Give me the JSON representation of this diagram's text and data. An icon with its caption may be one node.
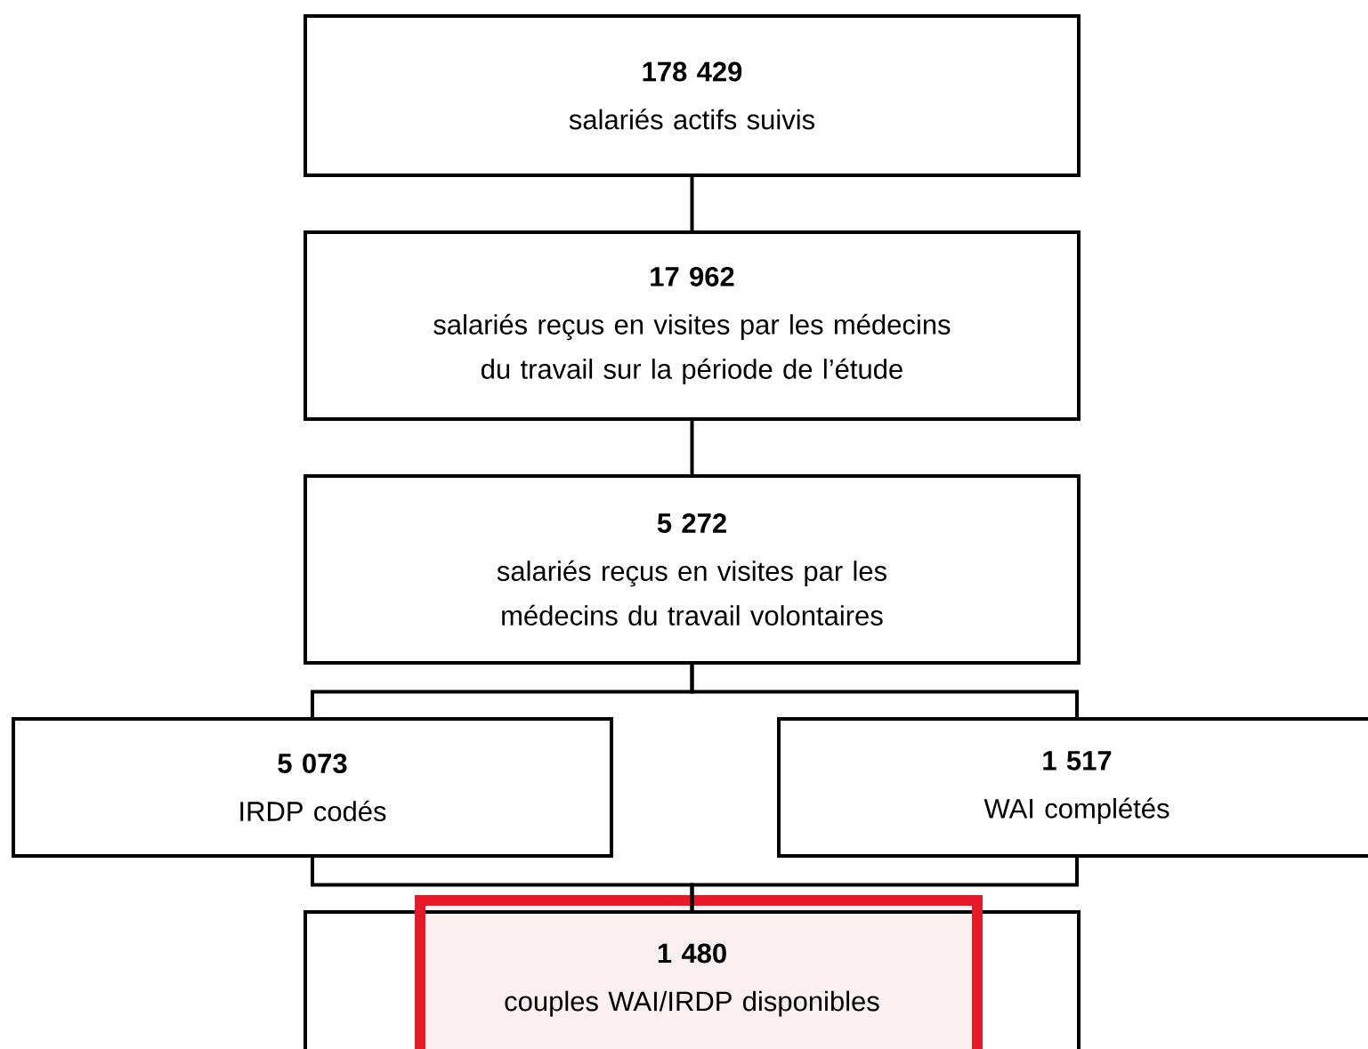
{
  "diagram": {
    "nodes": [
      {
        "text": [
          "178 429",
          "salariés actifs suivis"
        ]
      },
      {
        "text": [
          "17 962",
          "salariés reçus en visites par les médecins du travail sur la période de l’étude"
        ]
      },
      {
        "text": [
          "5 272",
          "salariés reçus en visites par les médecins du travail volontaires"
        ]
      },
      {
        "text": [
          "5 073",
          "IRDP codés"
        ]
      },
      {
        "text": [
          "1 517",
          "WAI complétés"
        ]
      },
      {
        "text": [
          "1 480",
          "couples WAI/IRDP disponibles"
        ]
      }
    ],
    "edges": [
      {
        "from": 0,
        "to": 1,
        "arrow": "none"
      },
      {
        "from": 1,
        "to": 2,
        "arrow": "none"
      },
      {
        "from": 2,
        "to": 3,
        "arrow": "none"
      },
      {
        "from": 2,
        "to": 4,
        "arrow": "none"
      },
      {
        "from": 3,
        "to": 5,
        "arrow": "none"
      },
      {
        "from": 4,
        "to": 5,
        "arrow": "none"
      }
    ]
  }
}
